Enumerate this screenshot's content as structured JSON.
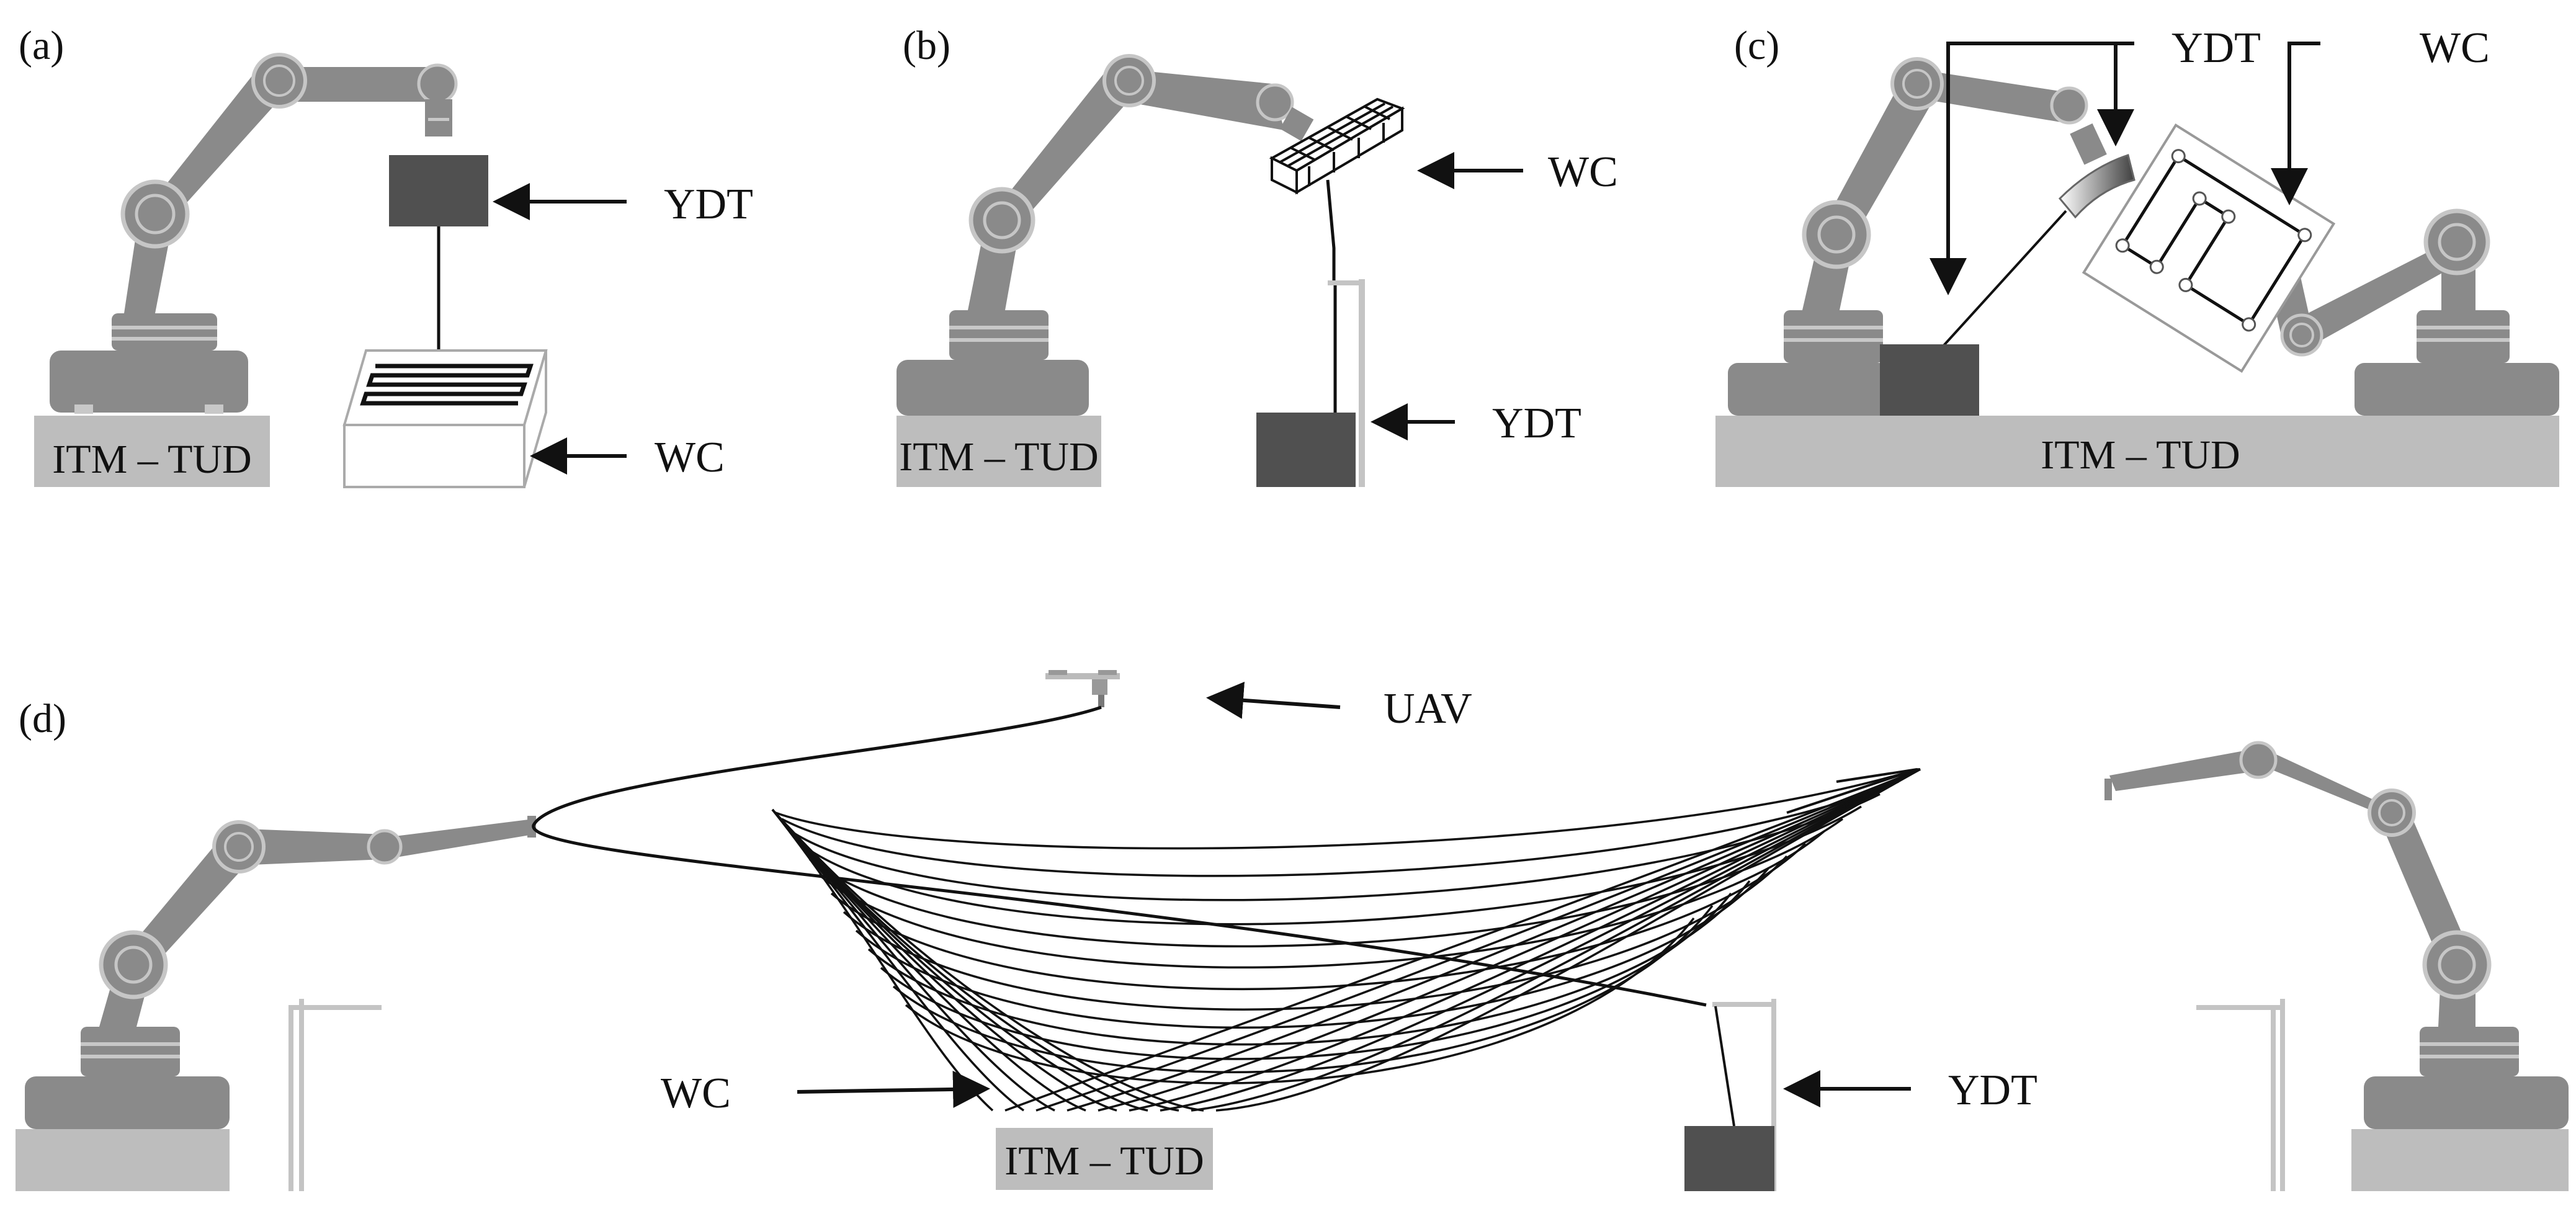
{
  "panels": {
    "a": {
      "tag": "(a)",
      "ydt": "YDT",
      "wc": "WC",
      "base": "ITM – TUD"
    },
    "b": {
      "tag": "(b)",
      "ydt": "YDT",
      "wc": "WC",
      "base": "ITM – TUD"
    },
    "c": {
      "tag": "(c)",
      "ydt": "YDT",
      "wc": "WC",
      "base": "ITM – TUD"
    },
    "d": {
      "tag": "(d)",
      "uav": "UAV",
      "ydt": "YDT",
      "wc": "WC",
      "base": "ITM – TUD"
    }
  },
  "colors": {
    "robot": "#8a8a8a",
    "robot_joint": "#b4b4b4",
    "base": "#bdbdbd",
    "ydt_box": "#505050",
    "line": "#111111",
    "frame": "#c4c4c4"
  }
}
